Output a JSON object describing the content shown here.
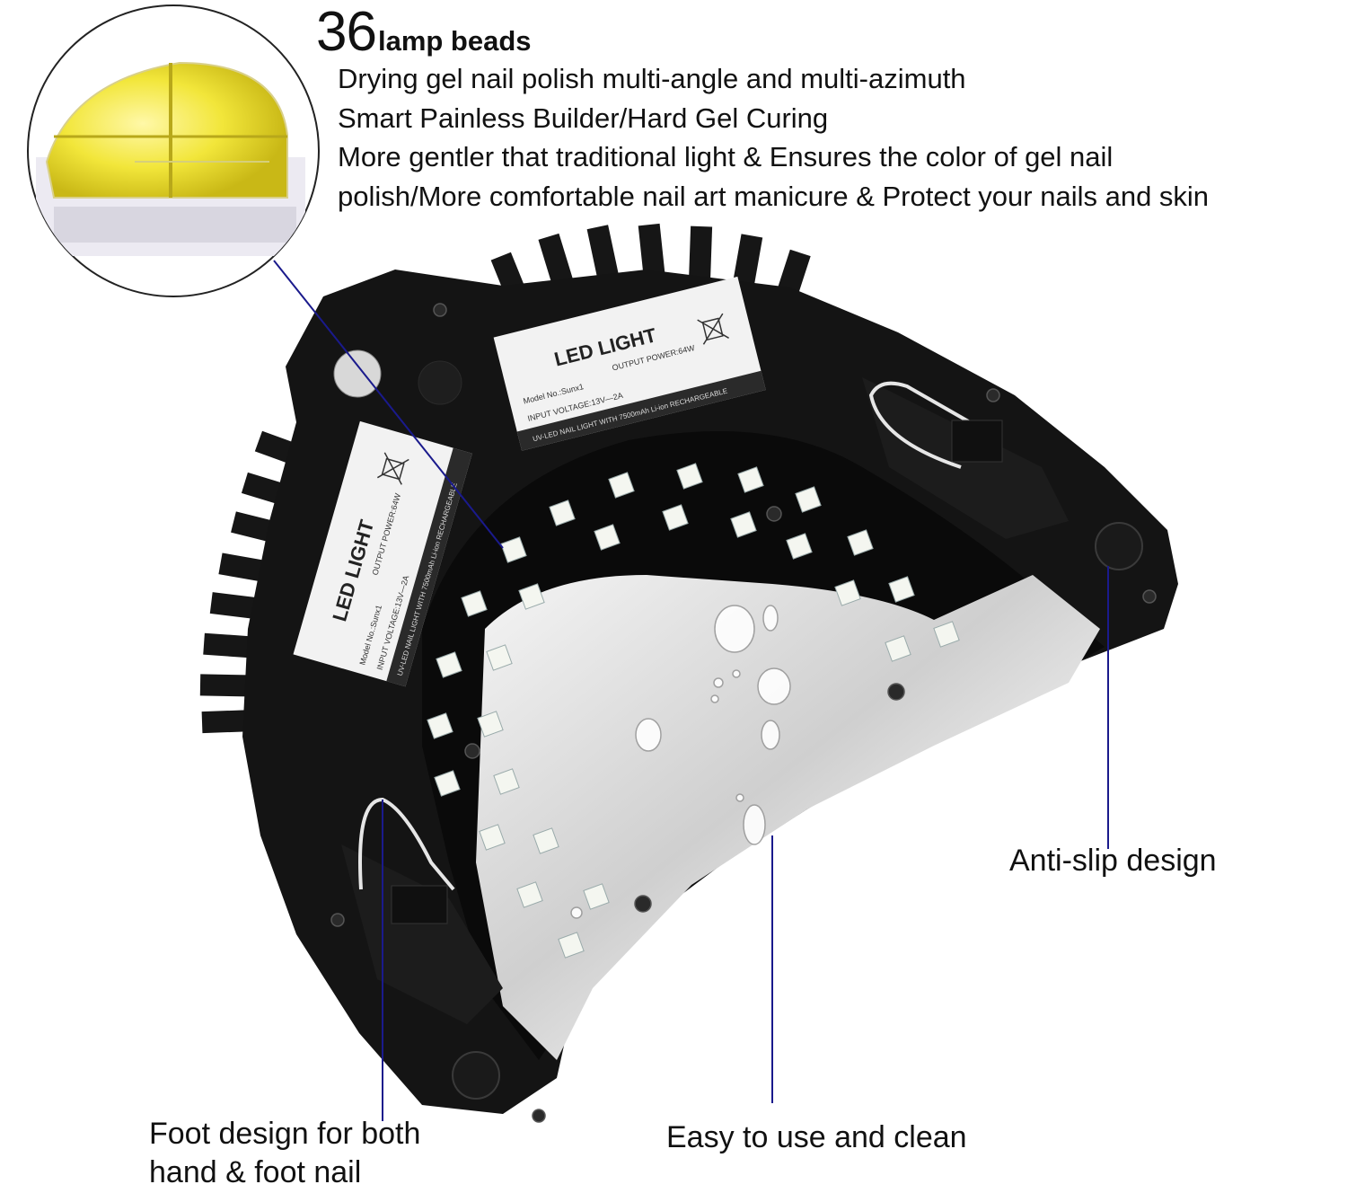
{
  "heading": {
    "number": "36",
    "label": "lamp beads"
  },
  "features": [
    "Drying gel nail polish multi-angle and multi-azimuth",
    "Smart Painless Builder/Hard Gel Curing",
    "More gentler that traditional light & Ensures the color of gel nail",
    "polish/More comfortable nail art manicure & Protect your nails and skin"
  ],
  "labels": {
    "top": {
      "title": "LED LIGHT",
      "output": "OUTPUT POWER:64W",
      "model": "Model No.:Sunx1",
      "voltage": "INPUT VOLTAGE:13V—2A",
      "footer": "UV-LED NAIL LIGHT WITH 7500mAh Li-ion RECHARGEABLE"
    },
    "side": {
      "title": "LED LIGHT",
      "output": "OUTPUT POWER:64W",
      "model": "Model No.:Sunx1",
      "voltage": "INPUT VOLTAGE:13V—2A",
      "footer": "UV-LED NAIL LIGHT WITH 7500mAh Li-ion RECHARGEABLE"
    }
  },
  "callouts": {
    "anti_slip": "Anti-slip design",
    "foot_line1": "Foot design for both",
    "foot_line2": "hand & foot nail",
    "easy_clean": "Easy to use and clean"
  },
  "colors": {
    "body": "#111111",
    "led": "#f4f6f0",
    "yellow": "#f2e63a",
    "pointer": "#1a1a8c",
    "reflector": "#e8e8e8"
  },
  "icons": [
    "lamp-bead-zoom-icon",
    "recycle-bin-icon",
    "screw-icon",
    "foot-pad-icon",
    "water-drop-icon"
  ]
}
